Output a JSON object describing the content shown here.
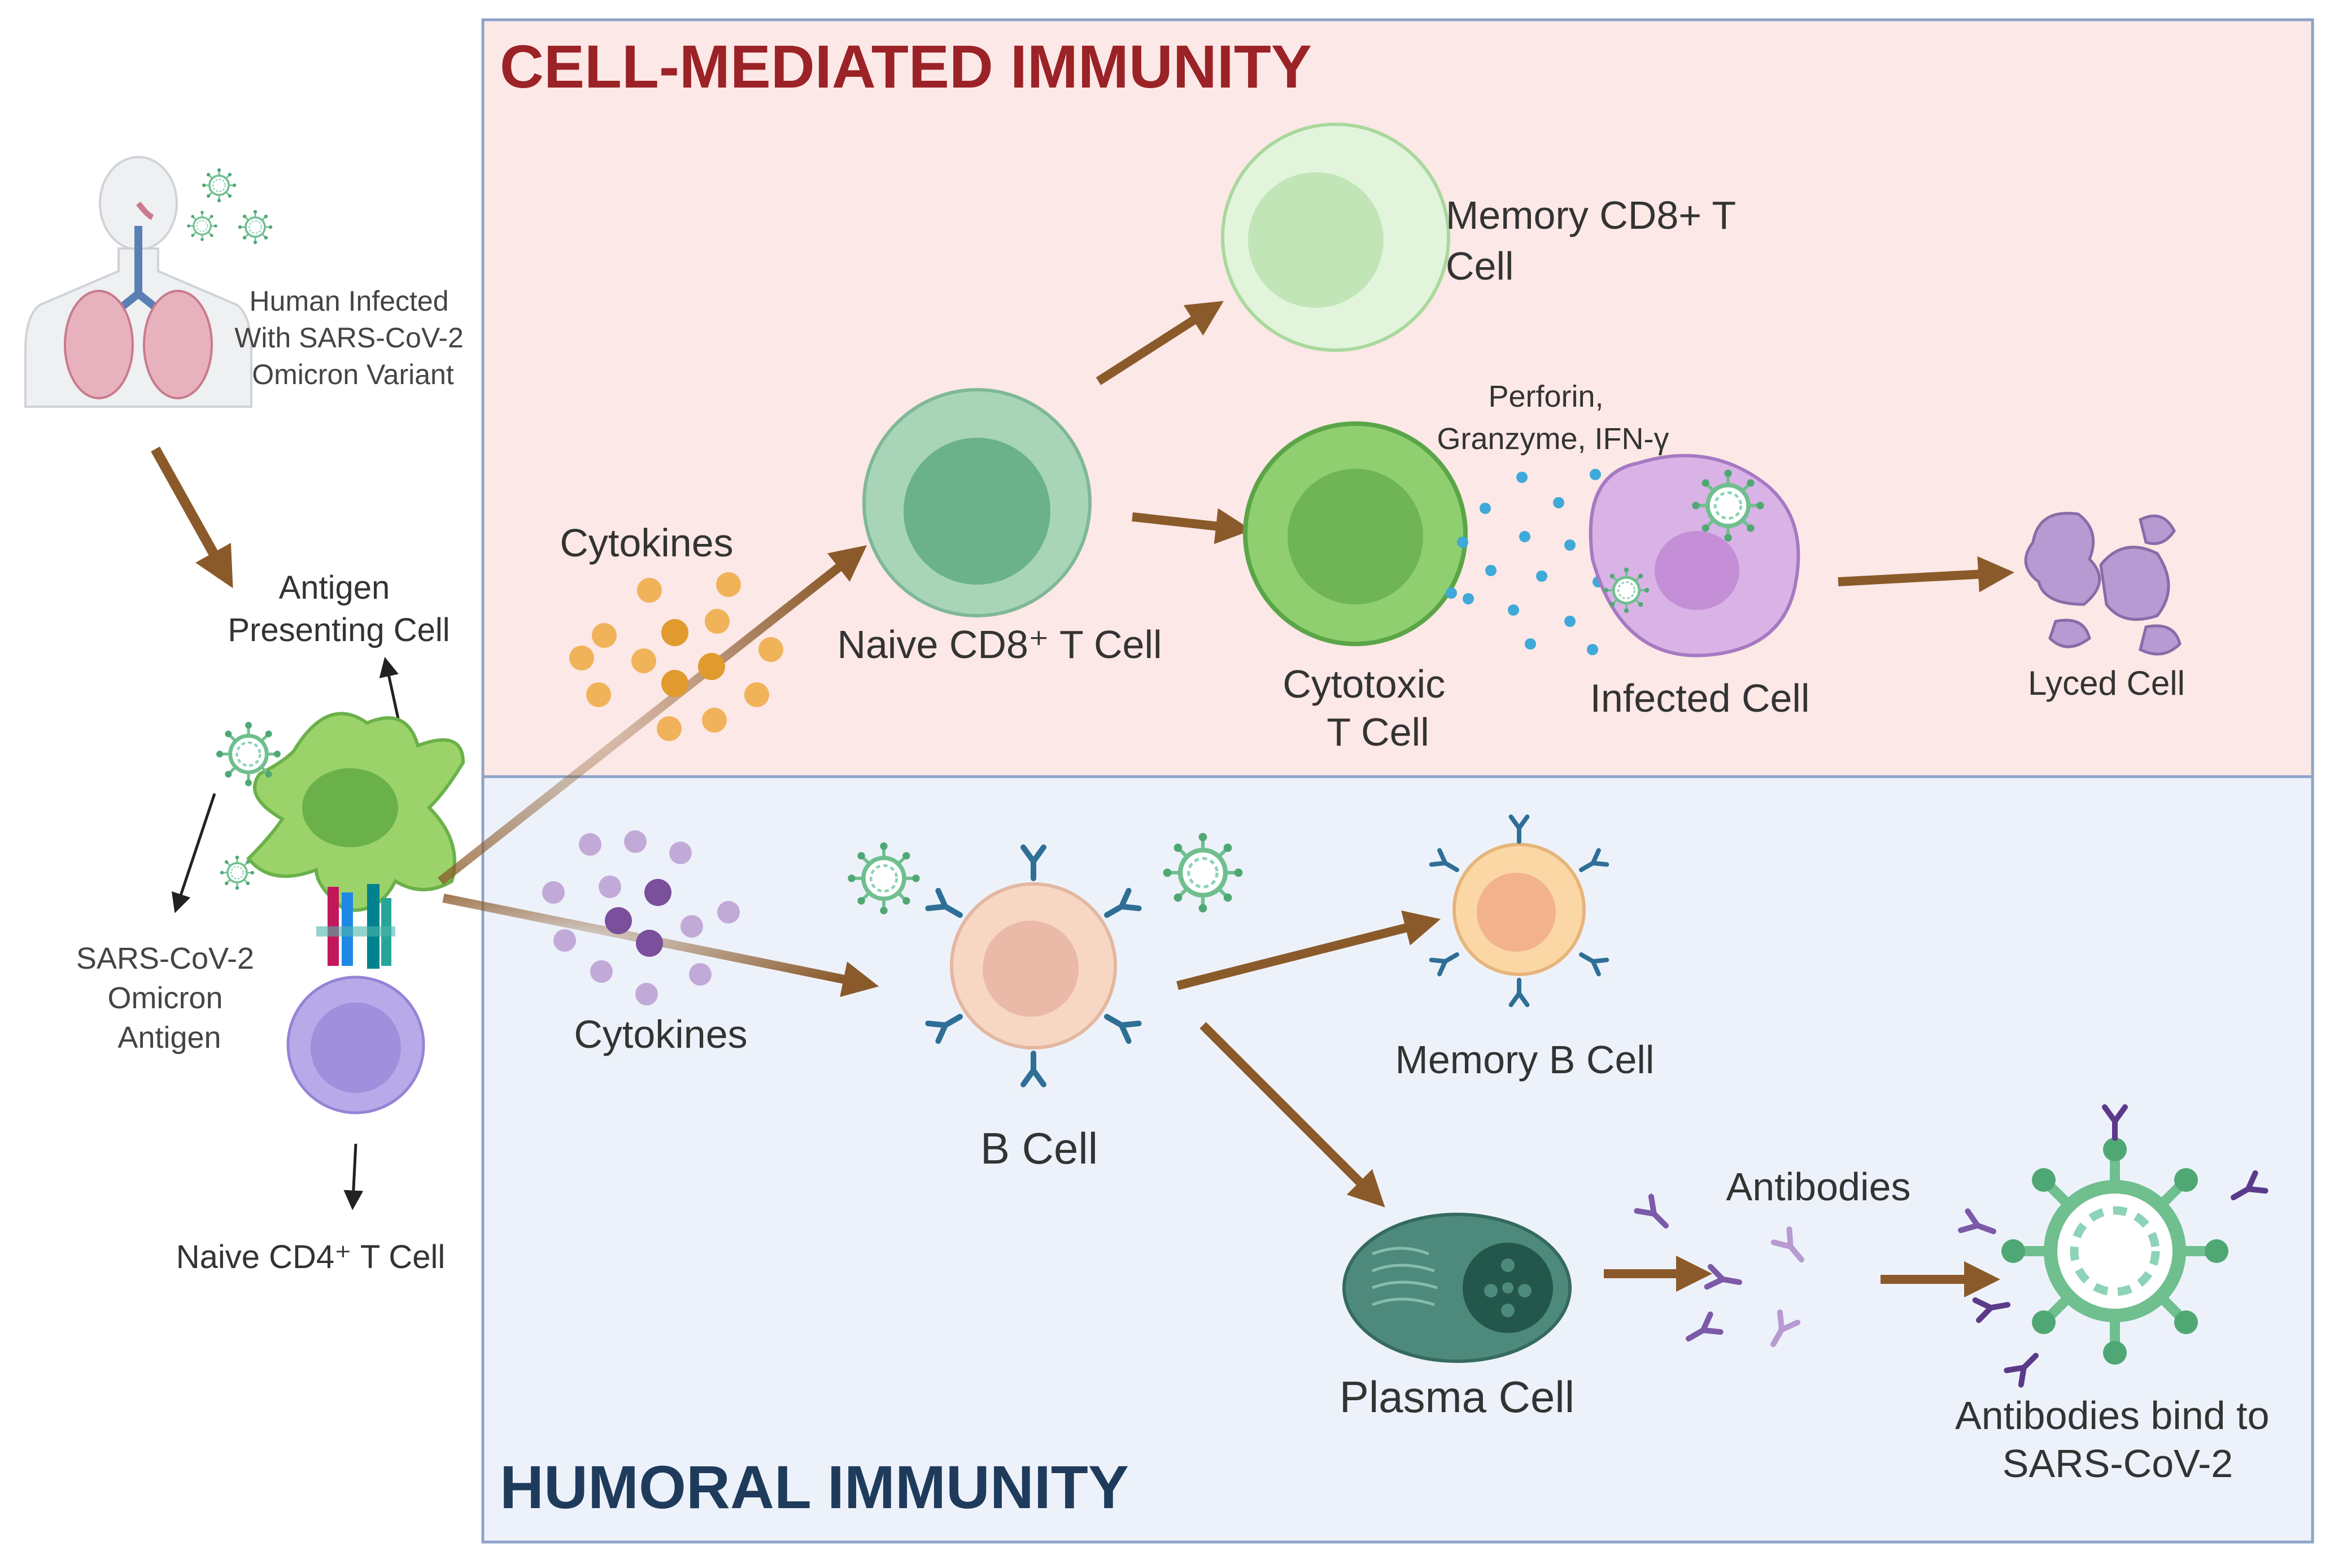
{
  "sections": {
    "cell_mediated": {
      "title": "CELL-MEDIATED IMMUNITY",
      "title_color": "#9b2226",
      "background": "#fce8e6"
    },
    "humoral": {
      "title": "HUMORAL IMMUNITY",
      "title_color": "#1f3b5c",
      "background": "#edf2fa"
    }
  },
  "labels": {
    "human_infected": [
      "Human Infected",
      "With SARS-CoV-2",
      "Omicron Variant"
    ],
    "antigen_presenting_cell": [
      "Antigen",
      "Presenting Cell"
    ],
    "sars_antigen": [
      "SARS-CoV-2",
      "Omicron",
      "Antigen"
    ],
    "naive_cd4": "Naive CD4⁺ T Cell",
    "cytokines_top": "Cytokines",
    "cytokines_bottom": "Cytokines",
    "naive_cd8": "Naive CD8⁺ T Cell",
    "memory_cd8": [
      "Memory CD8+ T",
      "Cell"
    ],
    "perforin": [
      "Perforin,",
      "Granzyme, IFN-γ"
    ],
    "cytotoxic": [
      "Cytotoxic",
      "T Cell"
    ],
    "infected_cell": "Infected Cell",
    "lysed_cell": "Lyced Cell",
    "b_cell": "B Cell",
    "memory_b": "Memory B Cell",
    "plasma_cell": "Plasma Cell",
    "antibodies": "Antibodies",
    "antibodies_bind": [
      "Antibodies bind to",
      "SARS-CoV-2"
    ]
  },
  "colors": {
    "arrow": "#8b5a2b",
    "section_border": "#8ea3c8",
    "cytokine_orange": "#f0b35a",
    "cytokine_purple": "#9c7bc0",
    "virus": "#6fbf8f"
  }
}
